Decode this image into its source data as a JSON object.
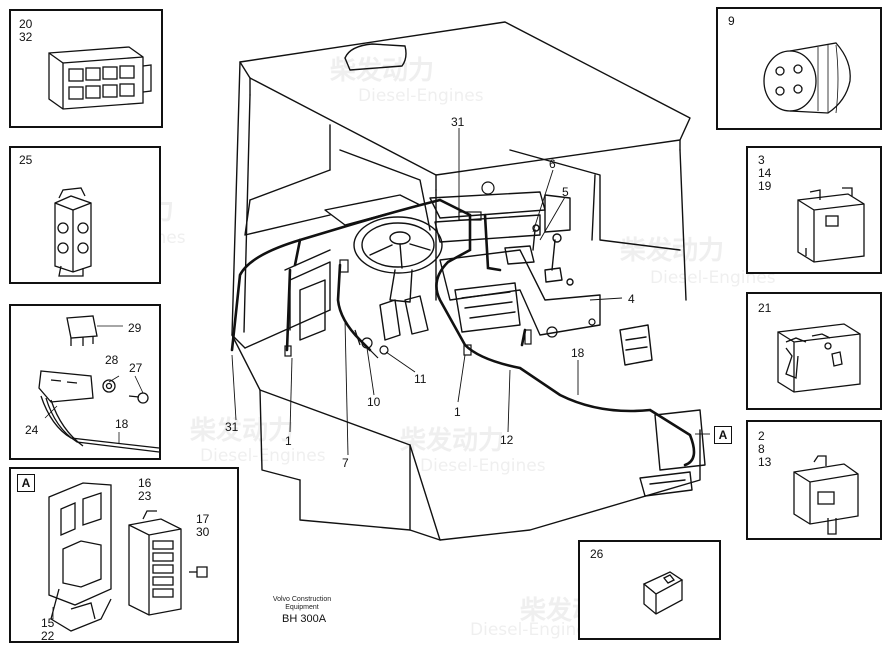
{
  "caption": {
    "line1": "Volvo Construction",
    "line2": "Equipment",
    "ref": "BH 300A"
  },
  "watermark": {
    "cn": "柴发动力",
    "en": "Diesel-Engines"
  },
  "boxes": {
    "b20": "20\n32",
    "b25": "25",
    "b29": {
      "n29": "29",
      "n28": "28",
      "n27": "27",
      "n24": "24",
      "n18": "18"
    },
    "bA": {
      "tag": "A",
      "n16": "16\n23",
      "n17": "17\n30",
      "n15": "15\n22"
    },
    "b9": "9",
    "b3": "3\n14\n19",
    "b21": "21",
    "b2": "2\n8\n13",
    "b26": "26"
  },
  "callouts": {
    "c31top": "31",
    "c6": "6",
    "c5": "5",
    "c4": "4",
    "c18": "18",
    "c31left": "31",
    "c1a": "1",
    "c7": "7",
    "c10": "10",
    "c11": "11",
    "c1b": "1",
    "c12": "12"
  },
  "tagA_main": "A"
}
